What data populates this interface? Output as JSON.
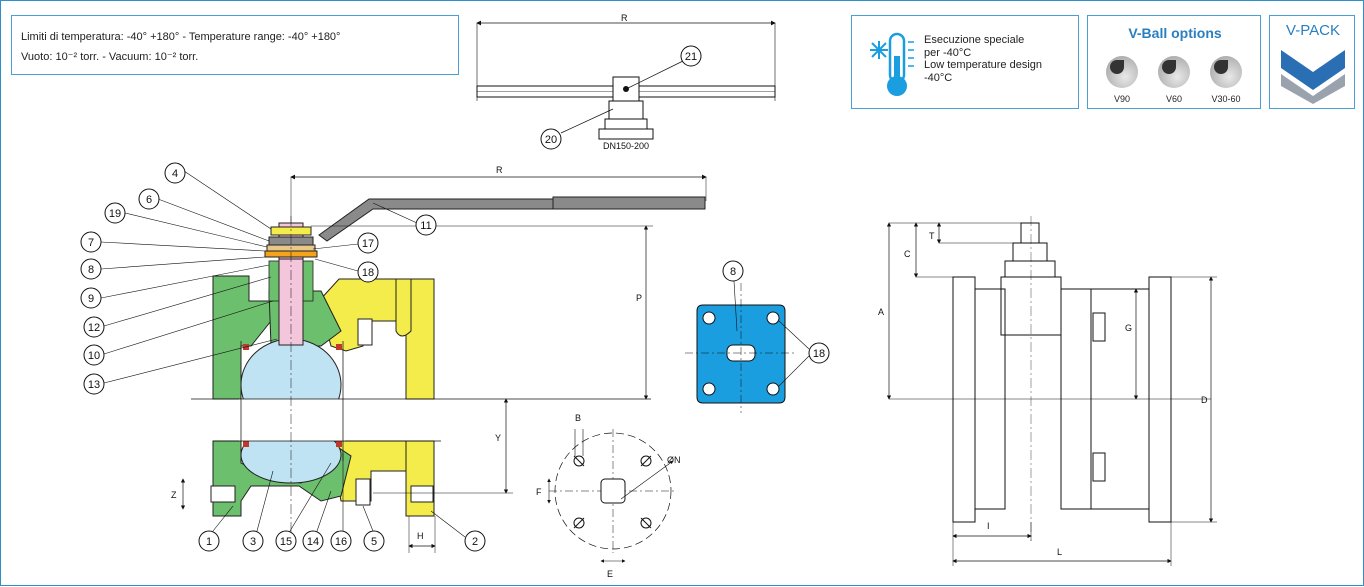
{
  "info_box": {
    "line1": "Limiti di temperatura: -40° +180° - Temperature range: -40° +180°",
    "line2": "Vuoto: 10⁻² torr. - Vacuum: 10⁻² torr."
  },
  "low_temp_badge": {
    "line1": "Esecuzione speciale",
    "line2": "per -40°C",
    "line3": "Low temperature design",
    "line4": "-40°C",
    "icons": [
      "snowflake-icon",
      "thermometer-icon"
    ]
  },
  "vball_badge": {
    "title": "V-Ball options",
    "options": [
      "V90",
      "V60",
      "V30-60"
    ]
  },
  "vpack_badge": {
    "title": "V-PACK",
    "icon": "chevron-down-icon"
  },
  "top_view": {
    "handle_dim": "R",
    "size_note": "DN150-200",
    "callouts": [
      "21",
      "20"
    ]
  },
  "section_view": {
    "handle_dim": "R",
    "height_dim": "P",
    "lower_dims": [
      "Y",
      "Z",
      "H"
    ],
    "callouts": [
      "4",
      "6",
      "19",
      "7",
      "8",
      "9",
      "12",
      "10",
      "13",
      "11",
      "17",
      "18",
      "1",
      "3",
      "15",
      "14",
      "16",
      "5",
      "2"
    ]
  },
  "bolt_pattern": {
    "dims": [
      "B",
      "F",
      "E",
      "ØN"
    ]
  },
  "iso_pad": {
    "callouts": [
      "8",
      "18"
    ]
  },
  "side_view": {
    "dims": [
      "T",
      "C",
      "A",
      "G",
      "D",
      "I",
      "L"
    ]
  },
  "colors": {
    "frame_blue": "#2f8fc8",
    "body_yellow": "#f3ec4a",
    "body_green": "#6cbf6c",
    "stem_pink": "#f4c6dc",
    "ball_blue": "#bfe3f2",
    "pad_blue": "#1a9ee0",
    "seal_red": "#c0392b"
  }
}
